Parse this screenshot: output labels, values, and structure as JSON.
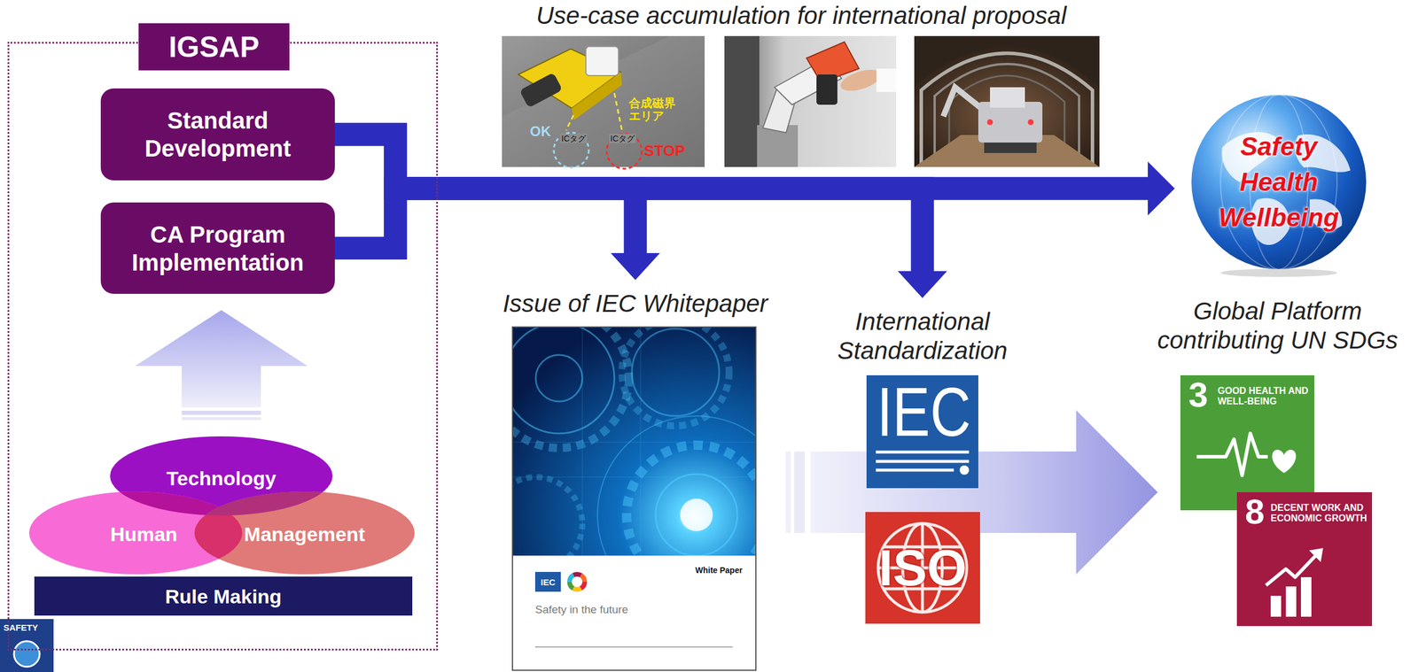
{
  "diagram": {
    "nodes": [
      {
        "text": [
          "IGSAP"
        ]
      },
      {
        "text": [
          "Standard Development"
        ],
        "in": 0
      },
      {
        "text": [
          "CA Program Implementation"
        ],
        "in": 0
      },
      {
        "text": [
          "Technology"
        ],
        "in": 0
      },
      {
        "text": [
          "Human"
        ],
        "in": 0
      },
      {
        "text": [
          "Management"
        ],
        "in": 0
      },
      {
        "text": [
          "Rule Making"
        ],
        "in": 0
      },
      {
        "text": [
          "Issue of IEC Whitepaper",
          "IEC",
          "White Paper",
          "Safety in the future"
        ]
      },
      {
        "text": [
          "International Standardization",
          "IEC"
        ]
      },
      {
        "text": [
          "ISO"
        ]
      },
      {
        "text": [
          "Safety Health Wellbeing"
        ]
      },
      {
        "text": [
          "3",
          "GOOD HEALTH AND WELL-BEING"
        ]
      },
      {
        "text": [
          "8",
          "DECENT WORK AND ECONOMIC GROWTH"
        ]
      }
    ],
    "edges": [
      {
        "from": 1,
        "to": 10,
        "arrow": "to"
      },
      {
        "from": 2,
        "to": 10,
        "arrow": "to"
      },
      {
        "from": 1,
        "to": 7,
        "arrow": "to"
      },
      {
        "from": 2,
        "to": 7,
        "arrow": "to"
      },
      {
        "from": 1,
        "to": 8,
        "arrow": "to"
      },
      {
        "from": 2,
        "to": 8,
        "arrow": "to"
      },
      {
        "from": 3,
        "to": 2,
        "arrow": "to"
      },
      {
        "from": 7,
        "to": 11,
        "arrow": "to"
      }
    ],
    "labels": [
      "Use-case accumulation for international proposal",
      "合成磁界 エリア",
      "OK",
      "ICタグ",
      "ICタグ",
      "STOP",
      "Global Platform contributing UN SDGs",
      "SAFETY"
    ]
  }
}
